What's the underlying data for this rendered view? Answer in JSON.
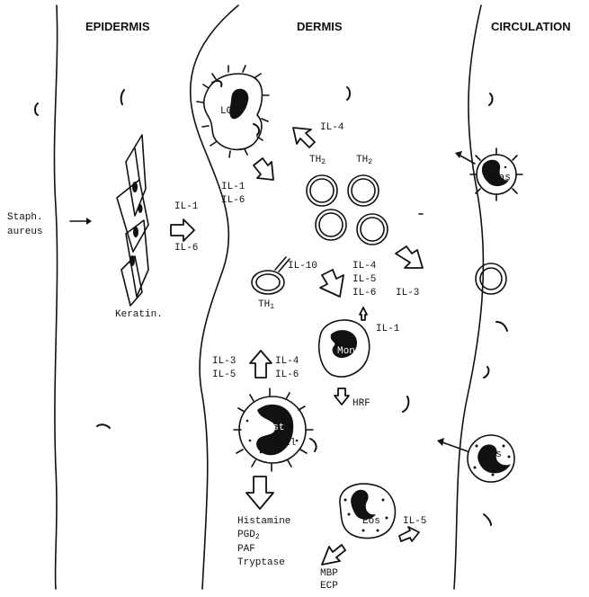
{
  "regions": {
    "epidermis": "EPIDERMIS",
    "dermis": "DERMIS",
    "circulation": "CIRCULATION"
  },
  "staph": {
    "line1": "Staph.",
    "line2": "aureus"
  },
  "keratinocyte": {
    "label": "Keratin."
  },
  "keratin_cytokines": {
    "il1": "IL-1",
    "il6": "IL-6"
  },
  "langerhans": {
    "label": "LC"
  },
  "lc_cytokines": {
    "il1": "IL-1",
    "il6": "IL-6"
  },
  "il4_top": "IL-4",
  "th2": {
    "label_a": "TH",
    "label_b": "TH",
    "sub": "2"
  },
  "th1": {
    "label": "TH",
    "sub": "1",
    "il10": "IL-10"
  },
  "th_cytokines": {
    "il4": "IL-4",
    "il5": "IL-5",
    "il6": "IL-6"
  },
  "il3_right": "IL-3",
  "mono": {
    "label": "Mono",
    "il1": "IL-1",
    "hrf": "HRF"
  },
  "mast": {
    "label_1": "Mast",
    "label_2": "Cell",
    "left_il3": "IL-3",
    "left_il5": "IL-5",
    "right_il4": "IL-4",
    "right_il6": "IL-6",
    "mediators": {
      "histamine": "Histamine",
      "pgd": "PGD",
      "pgd_sub": "2",
      "paf": "PAF",
      "tryptase": "Tryptase"
    }
  },
  "eos_dermis": {
    "label": "Eos",
    "il5": "IL-5",
    "mbp": "MBP",
    "ecp": "ECP"
  },
  "bas": {
    "label": "Bas"
  },
  "eos_circ": {
    "label": "Eos"
  }
}
